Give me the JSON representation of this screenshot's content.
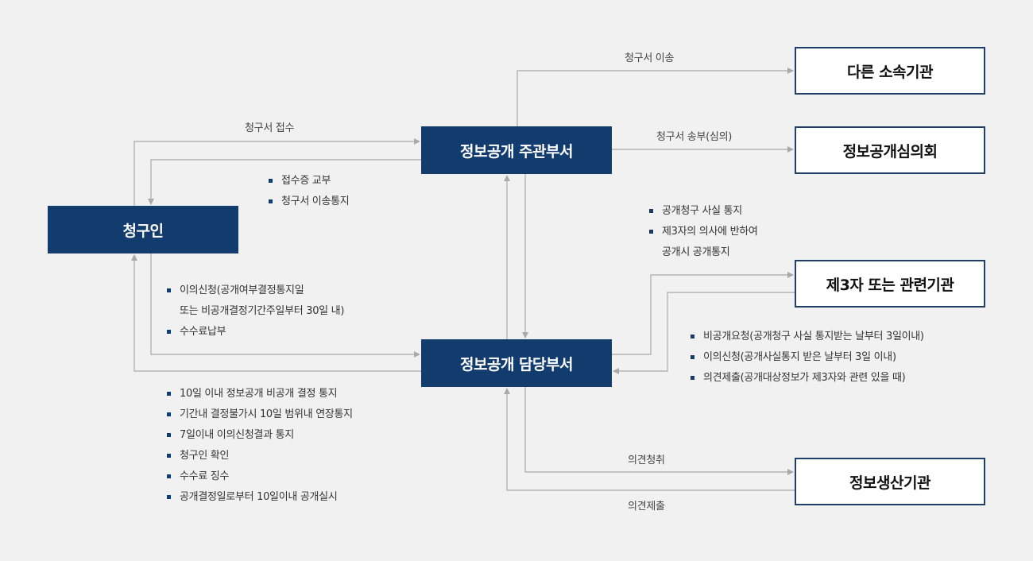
{
  "nodes": {
    "requester": "청구인",
    "main_dept": "정보공개 주관부서",
    "handling_dept": "정보공개 담당부서",
    "other_agency": "다른 소속기관",
    "committee": "정보공개심의회",
    "third_party": "제3자 또는 관련기관",
    "producing_agency": "정보생산기관"
  },
  "edges": {
    "request_receipt": "청구서 접수",
    "transfer": "청구서 이송",
    "send_review": "청구서 송부(심의)",
    "hear_opinion": "의견청취",
    "submit_opinion": "의견제출"
  },
  "notes": {
    "receipt_notices": [
      "접수증 교부",
      "청구서 이송통지"
    ],
    "objection": [
      "이의신청(공개여부결정통지일",
      "또는 비공개결정기간주일부터 30일 내)",
      "수수료납부"
    ],
    "third_party_notices": [
      "공개청구 사실 통지",
      "제3자의 의사에 반하여",
      "공개시 공개통지"
    ],
    "third_party_responses": [
      "비공개요청(공개청구 사실 통지받는 날부터 3일이내)",
      "이의신청(공개사실통지 받은 날부터 3일 이내)",
      "의견제출(공개대상정보가 제3자와 관련 있을 때)"
    ],
    "handling_actions": [
      "10일 이내 정보공개 비공개 결정 통지",
      "기간내 결정불가시 10일 범위내 연장통지",
      "7일이내 이의신청결과 통지",
      "청구인 확인",
      "수수료 징수",
      "공개결정일로부터 10일이내 공개실시"
    ]
  },
  "colors": {
    "dark_box": "#123c6e",
    "light_box_border": "#1f3f66",
    "connector": "#a9a9a9",
    "background": "#f1f1f1"
  }
}
